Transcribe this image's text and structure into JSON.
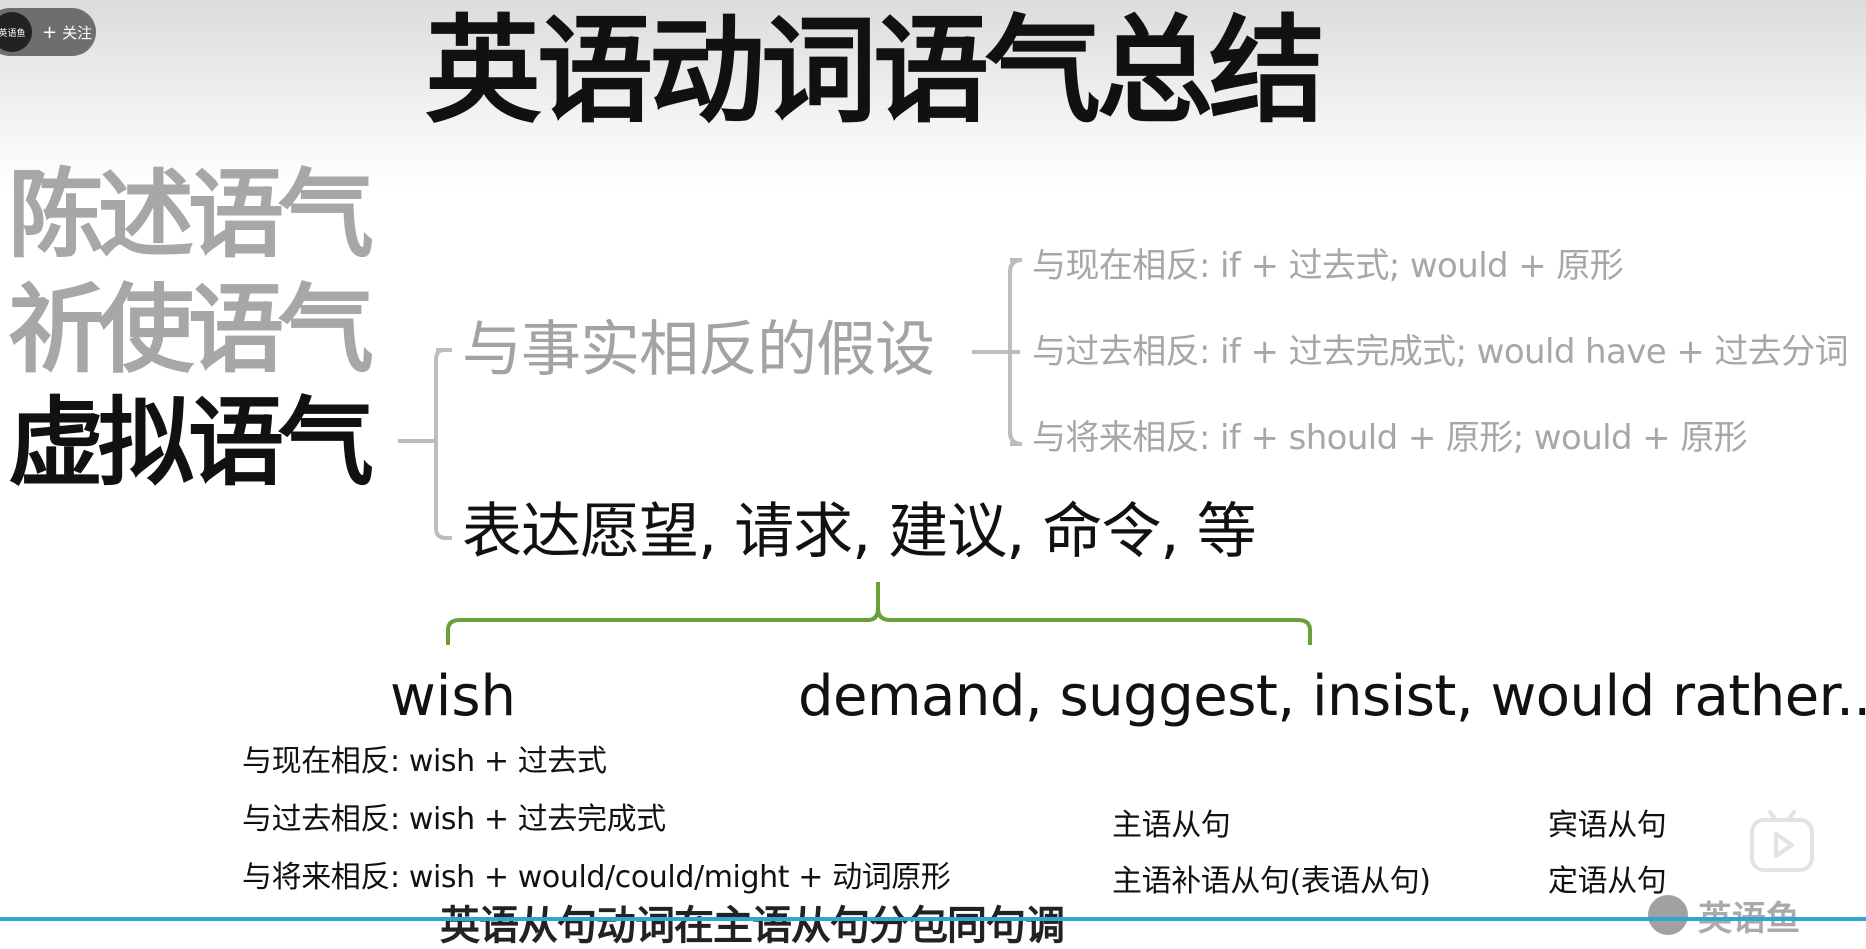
{
  "header": {
    "avatar_text": "英语鱼",
    "follow_label": "关注",
    "title": "英语动词语气总结"
  },
  "moods": [
    "陈述语气",
    "祈使语气",
    "虚拟语气"
  ],
  "subjunctive": {
    "contrary_label": "与事实相反的假设",
    "contrary_rules": [
      "与现在相反: if + 过去式; would + 原形",
      "与过去相反: if + 过去完成式; would have + 过去分词",
      "与将来相反: if + should + 原形; would + 原形"
    ],
    "desire_label": "表达愿望, 请求, 建议, 命令, 等",
    "verbs": {
      "wish": "wish",
      "others": "demand, suggest, insist, would rather..."
    },
    "wish_rules": [
      "与现在相反: wish + 过去式",
      "与过去相反: wish + 过去完成式",
      "与将来相反: wish + would/could/might + 动词原形"
    ],
    "clauses": [
      "主语从句",
      "宾语从句",
      "主语补语从句(表语从句)",
      "定语从句"
    ]
  },
  "footer": {
    "cut_text": "英语从句动词在主语从句分包同句调",
    "watermark": "英语鱼",
    "progress_percent": 100
  },
  "colors": {
    "accent_green": "#6a9f3a",
    "gray_text": "#a7a7a7",
    "progress": "#2aa7d6"
  },
  "icons": {
    "play": "play-icon"
  }
}
